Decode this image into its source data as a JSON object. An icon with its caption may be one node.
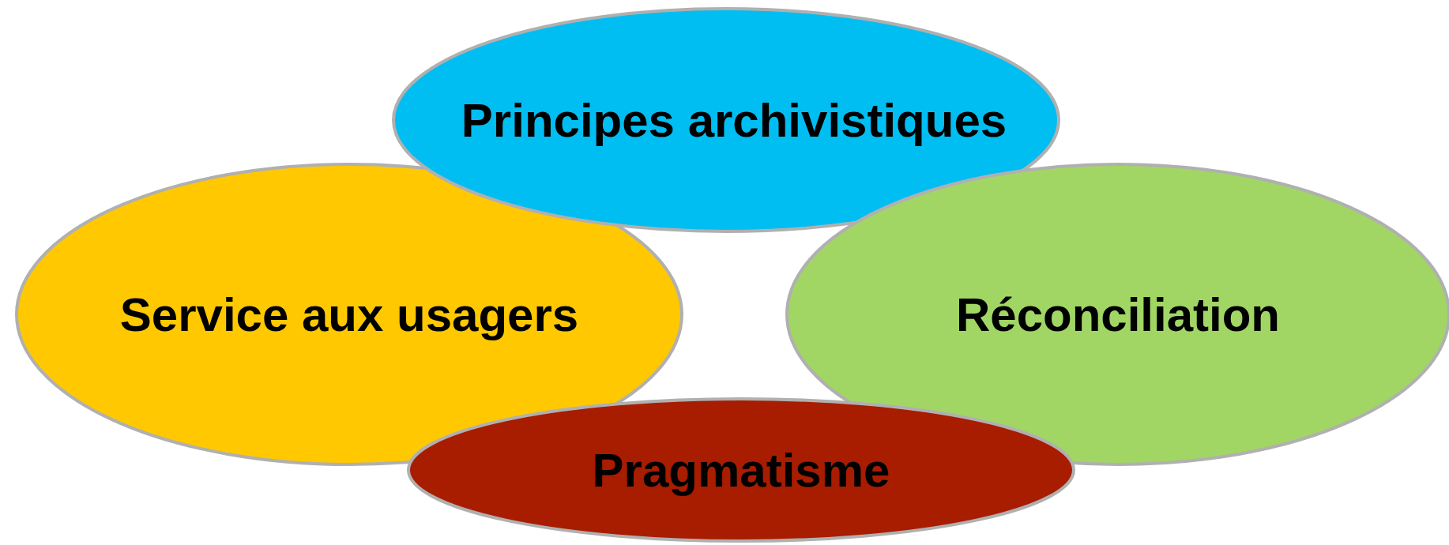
{
  "diagram": {
    "nodes": [
      {
        "text": [
          "Principes archivistiques"
        ]
      },
      {
        "text": [
          "Service aux usagers"
        ]
      },
      {
        "text": [
          "Réconciliation"
        ]
      },
      {
        "text": [
          "Pragmatisme"
        ]
      }
    ],
    "edges": []
  }
}
